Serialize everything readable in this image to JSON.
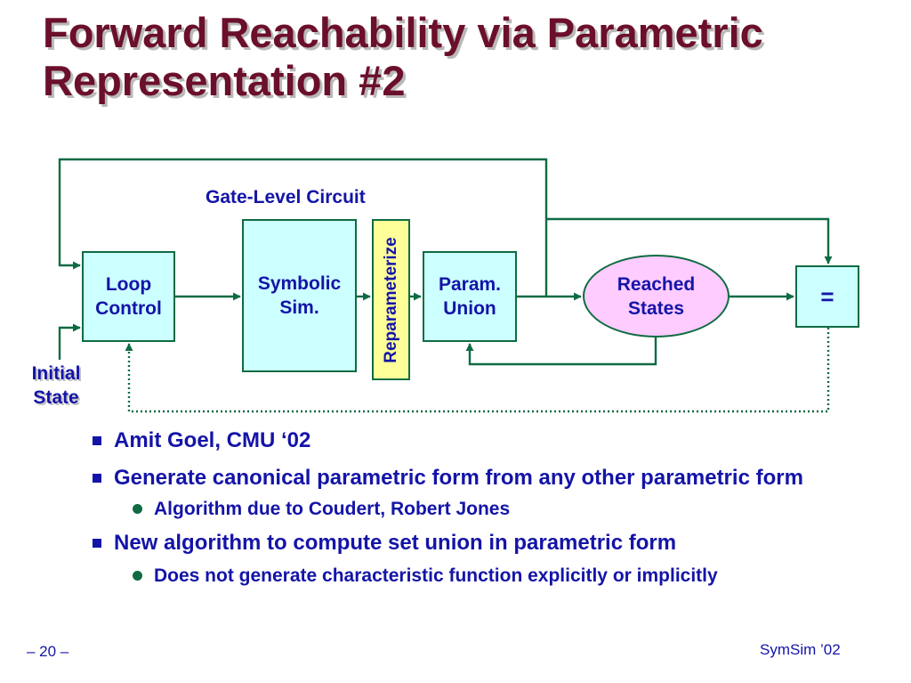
{
  "slide": {
    "title_lines": [
      "Forward Reachability via Parametric",
      "Representation #2"
    ]
  },
  "diagram": {
    "gate_label": "Gate-Level Circuit",
    "loop_control": "Loop\nControl",
    "symbolic_sim": "Symbolic\nSim.",
    "reparameterize": "Reparameterize",
    "param_union": "Param.\nUnion",
    "reached_states": "Reached\nStates",
    "equals": "=",
    "initial_state": "Initial\nState"
  },
  "bullets": [
    {
      "text": "Amit Goel, CMU ‘02",
      "sub": []
    },
    {
      "text": "Generate canonical parametric form from any other parametric form",
      "sub": [
        "Algorithm due to Coudert, Robert Jones"
      ]
    },
    {
      "text": "New algorithm to compute set union in parametric form",
      "sub": [
        "Does not generate characteristic function explicitly or implicitly"
      ]
    }
  ],
  "footer": {
    "page": "– 20 –",
    "source": "SymSim ’02"
  },
  "colors": {
    "title": "#6b0f2a",
    "text": "#1414a8",
    "line": "#0f6b43",
    "box_fill": "#ccffff",
    "reparam_fill": "#ffff99",
    "ellipse_fill": "#ffccff"
  }
}
